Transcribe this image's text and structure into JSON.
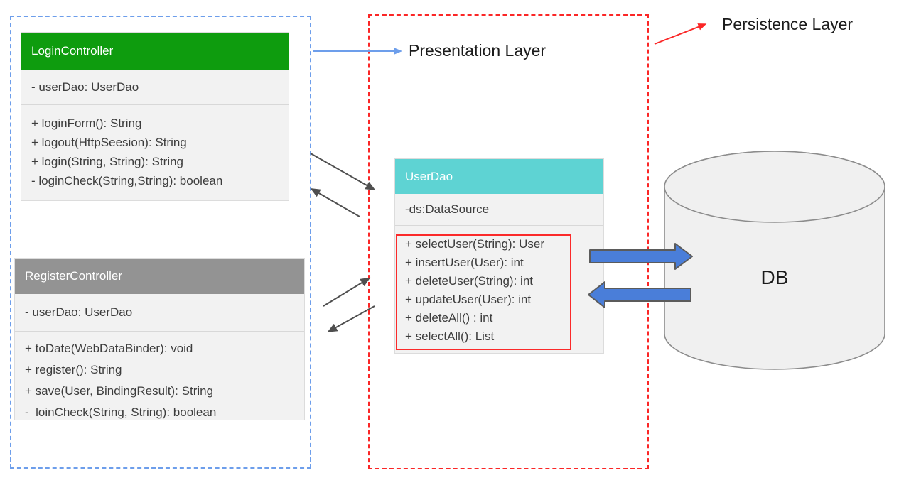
{
  "labels": {
    "presentation": "Presentation Layer",
    "persistence": "Persistence Layer",
    "db": "DB"
  },
  "classes": {
    "login_controller": {
      "name": "LoginController",
      "attributes": [
        "- userDao: UserDao"
      ],
      "methods": [
        "+ loginForm(): String",
        "+ logout(HttpSeesion): String",
        "+ login(String, String): String",
        "- loginCheck(String,String): boolean"
      ]
    },
    "register_controller": {
      "name": "RegisterController",
      "attributes": [
        "- userDao: UserDao"
      ],
      "methods": [
        "+ toDate(WebDataBinder): void",
        "+ register(): String",
        "+ save(User, BindingResult): String",
        "-  loinCheck(String, String): boolean"
      ]
    },
    "user_dao": {
      "name": "UserDao",
      "attributes": [
        "-ds:DataSource"
      ],
      "methods": [
        "+ selectUser(String): User",
        "+ insertUser(User): int",
        "+ deleteUser(String): int",
        "+ updateUser(User): int",
        "+ deleteAll() : int",
        "+ selectAll(): List"
      ]
    }
  },
  "colors": {
    "login_header": "#0e9c0e",
    "register_header": "#939393",
    "userdao_header": "#5ed3d3",
    "class_body": "#f2f2f2",
    "presentation_border": "#6d9eeb",
    "persistence_border": "#fb2626",
    "methods_highlight_border": "#fb2a2a",
    "block_arrow_fill": "#4a7ed9",
    "block_arrow_stroke": "#5b5b5b",
    "thin_arrow": "#4f4f4f",
    "label_arrow_blue": "#6d9eeb",
    "label_arrow_red": "#fb2626",
    "db_fill": "#f0f0f0",
    "db_stroke": "#8c8c8c"
  }
}
